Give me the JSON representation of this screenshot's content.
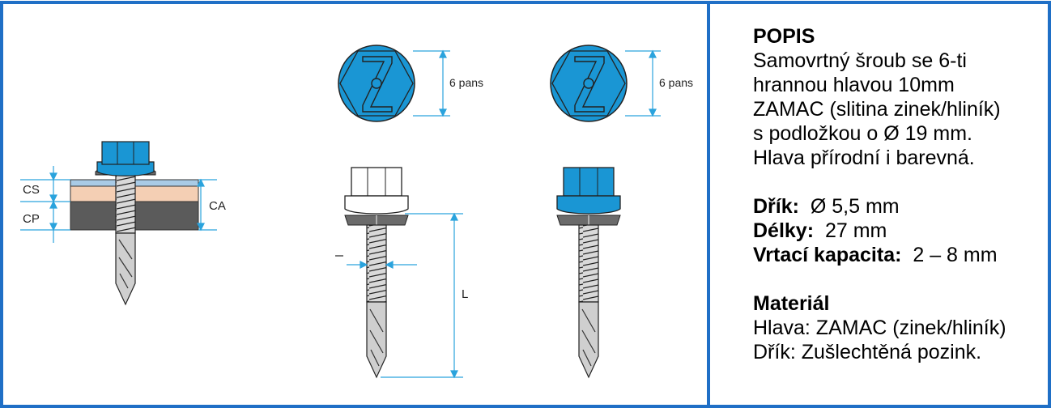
{
  "colors": {
    "frame": "#1f6fc6",
    "screw_head": "#1a96d4",
    "washer_dark": "#6b6b6b",
    "sheet_top": "#a9cbe6",
    "insulation": "#f4cfb4",
    "purlin": "#5b5b5b",
    "dimension": "#2aa3dd"
  },
  "diagram": {
    "label_cs": "CS",
    "label_cp": "CP",
    "label_ca": "CA",
    "label_l": "L",
    "label_6pans_1": "6 pans",
    "label_6pans_2": "6 pans"
  },
  "spec": {
    "title": "POPIS",
    "description": [
      "Samovrtný šroub se 6-ti",
      "hrannou  hlavou 10mm",
      "ZAMAC (slitina zinek/hliník)",
      "s podložkou o Ø 19 mm.",
      "Hlava přírodní i barevná."
    ],
    "shank_label": "Dřík:",
    "shank_value": "Ø 5,5 mm",
    "length_label": "Délky:",
    "length_value": "27 mm",
    "capacity_label": "Vrtací kapacita:",
    "capacity_value": "2 – 8 mm",
    "material_title": "Materiál",
    "material_lines": [
      "Hlava: ZAMAC (zinek/hliník)",
      "Dřík: Zušlechtěná pozink."
    ]
  }
}
